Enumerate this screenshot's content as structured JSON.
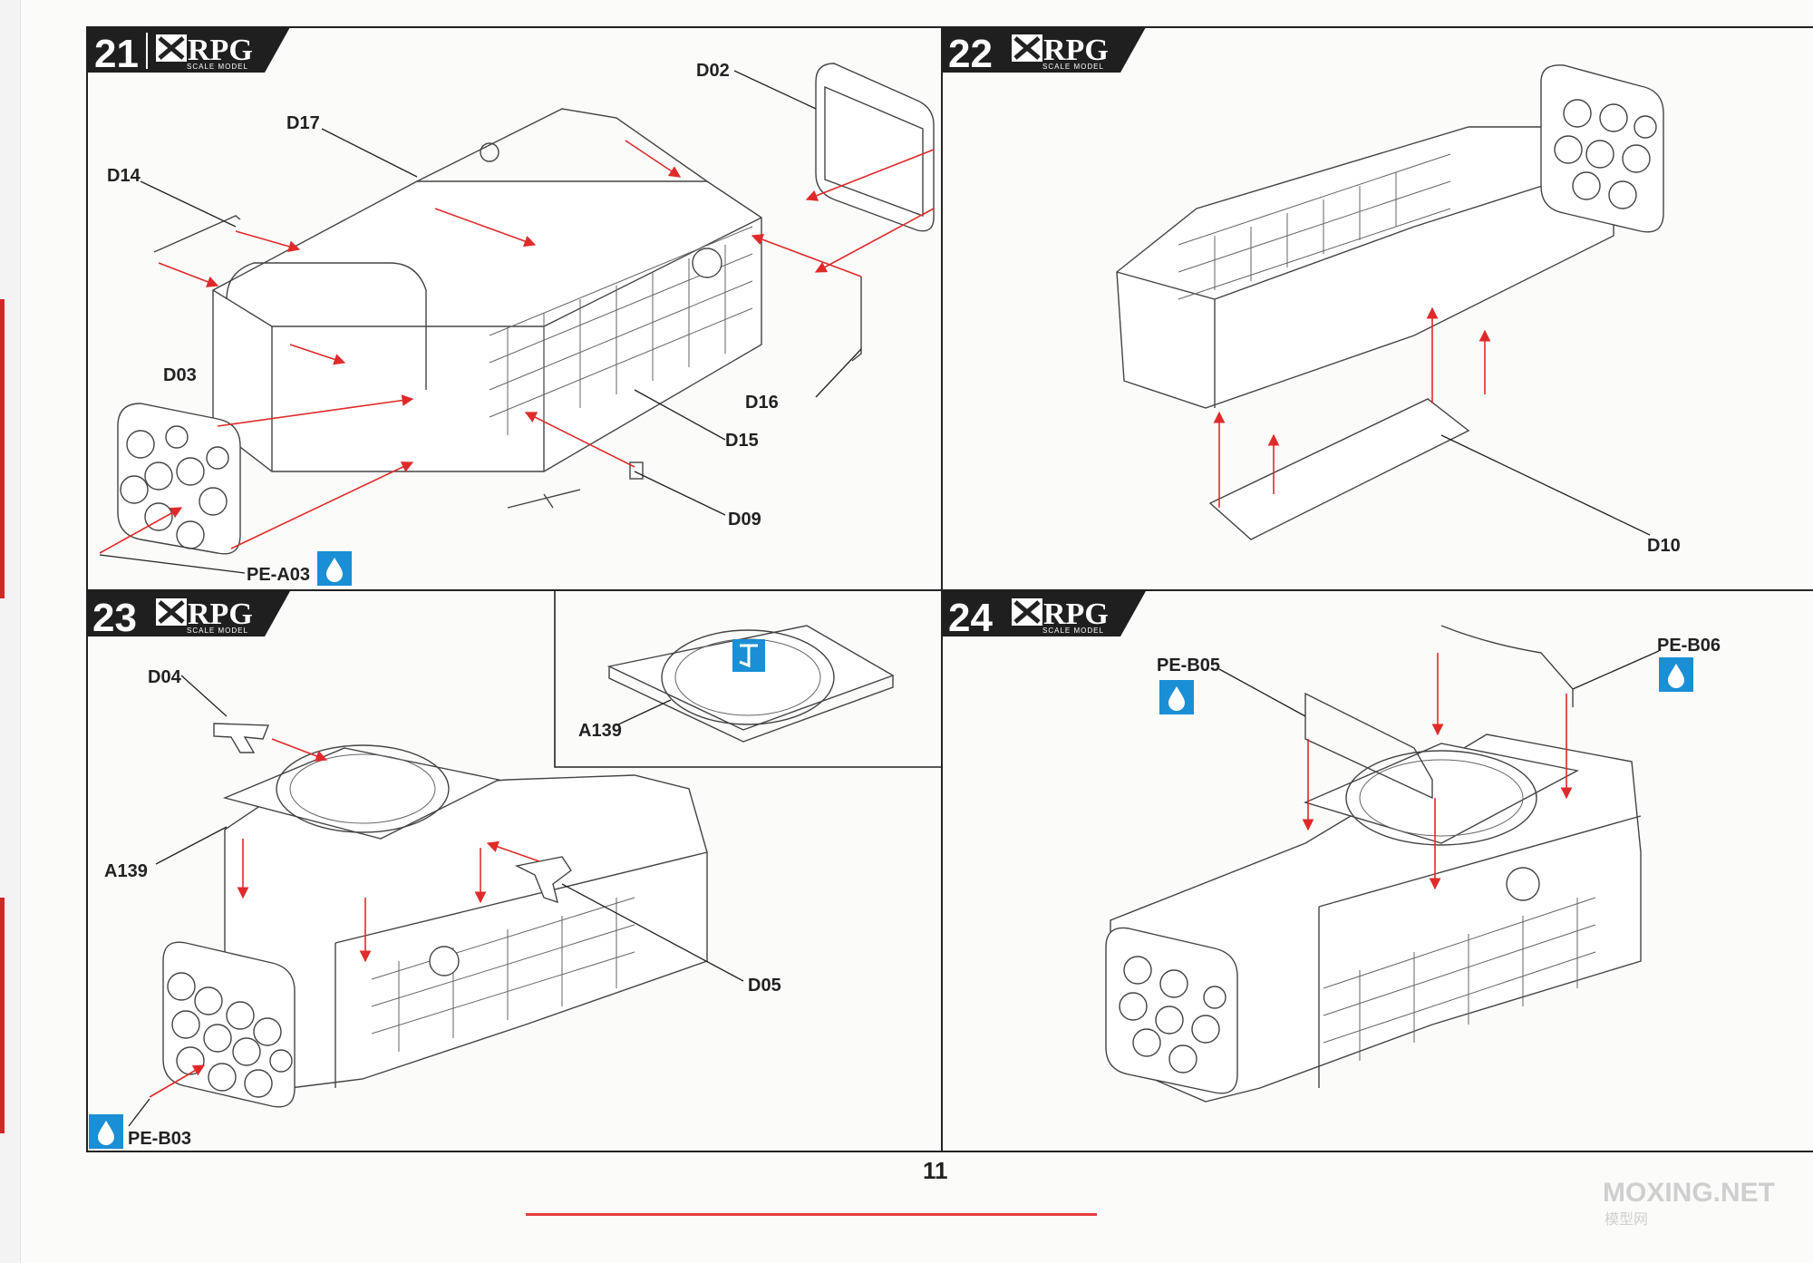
{
  "brand": {
    "name": "RPG",
    "sub": "SCALE MODEL"
  },
  "page_number": "11",
  "steps": [
    {
      "number": "21",
      "labels": [
        "D02",
        "D17",
        "D14",
        "D16",
        "D03",
        "D15",
        "D09",
        "PE-A03"
      ]
    },
    {
      "number": "22",
      "labels": [
        "D10"
      ]
    },
    {
      "number": "23",
      "labels": [
        "D04",
        "A139",
        "A139",
        "D05",
        "PE-B03"
      ]
    },
    {
      "number": "24",
      "labels": [
        "PE-B05",
        "PE-B06"
      ]
    }
  ],
  "watermark": {
    "site": "MOXING.NET",
    "sub": "模型网"
  },
  "colors": {
    "arrow": "#e02a2a",
    "glue_icon": "#1a8fd6",
    "frame": "#222222",
    "accent_strip": "#d32626"
  },
  "icons": {
    "glue": "glue-drop-icon",
    "logo": "rpg-logo-icon"
  }
}
